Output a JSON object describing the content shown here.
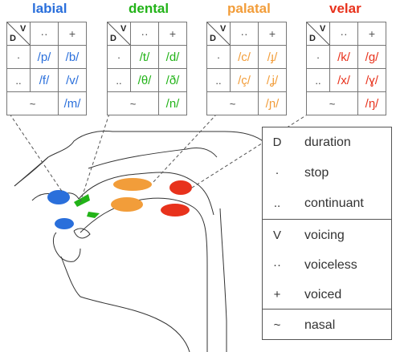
{
  "places": [
    {
      "key": "labial",
      "title": "labial",
      "color": "#2a6fdb",
      "rows": [
        [
          "/p/",
          "/b/"
        ],
        [
          "/f/",
          "/v/"
        ],
        [
          "",
          "/m/"
        ]
      ]
    },
    {
      "key": "dental",
      "title": "dental",
      "color": "#22b318",
      "rows": [
        [
          "/t/",
          "/d/"
        ],
        [
          "/θ/",
          "/ð/"
        ],
        [
          "",
          "/n/"
        ]
      ]
    },
    {
      "key": "palatal",
      "title": "palatal",
      "color": "#f29d3a",
      "rows": [
        [
          "/c/",
          "/ɟ/"
        ],
        [
          "/ç/",
          "/ʝ/"
        ],
        [
          "",
          "/ɲ/"
        ]
      ]
    },
    {
      "key": "velar",
      "title": "velar",
      "color": "#e8321c",
      "rows": [
        [
          "/k/",
          "/g/"
        ],
        [
          "/x/",
          "/ɣ/"
        ],
        [
          "",
          "/ŋ/"
        ]
      ]
    }
  ],
  "corner": {
    "top": "V",
    "bottom": "D"
  },
  "headers": {
    "voiceless": "··",
    "voiced": "+"
  },
  "row_symbols": {
    "stop": "·",
    "continuant": "..",
    "nasal": "~"
  },
  "legend": [
    {
      "symbol": "D",
      "label": "duration"
    },
    {
      "symbol": "·",
      "label": "stop"
    },
    {
      "symbol": "..",
      "label": "continuant"
    },
    {
      "symbol": "V",
      "label": "voicing"
    },
    {
      "symbol": "··",
      "label": "voiceless"
    },
    {
      "symbol": "+",
      "label": "voiced"
    },
    {
      "symbol": "~",
      "label": "nasal"
    }
  ]
}
